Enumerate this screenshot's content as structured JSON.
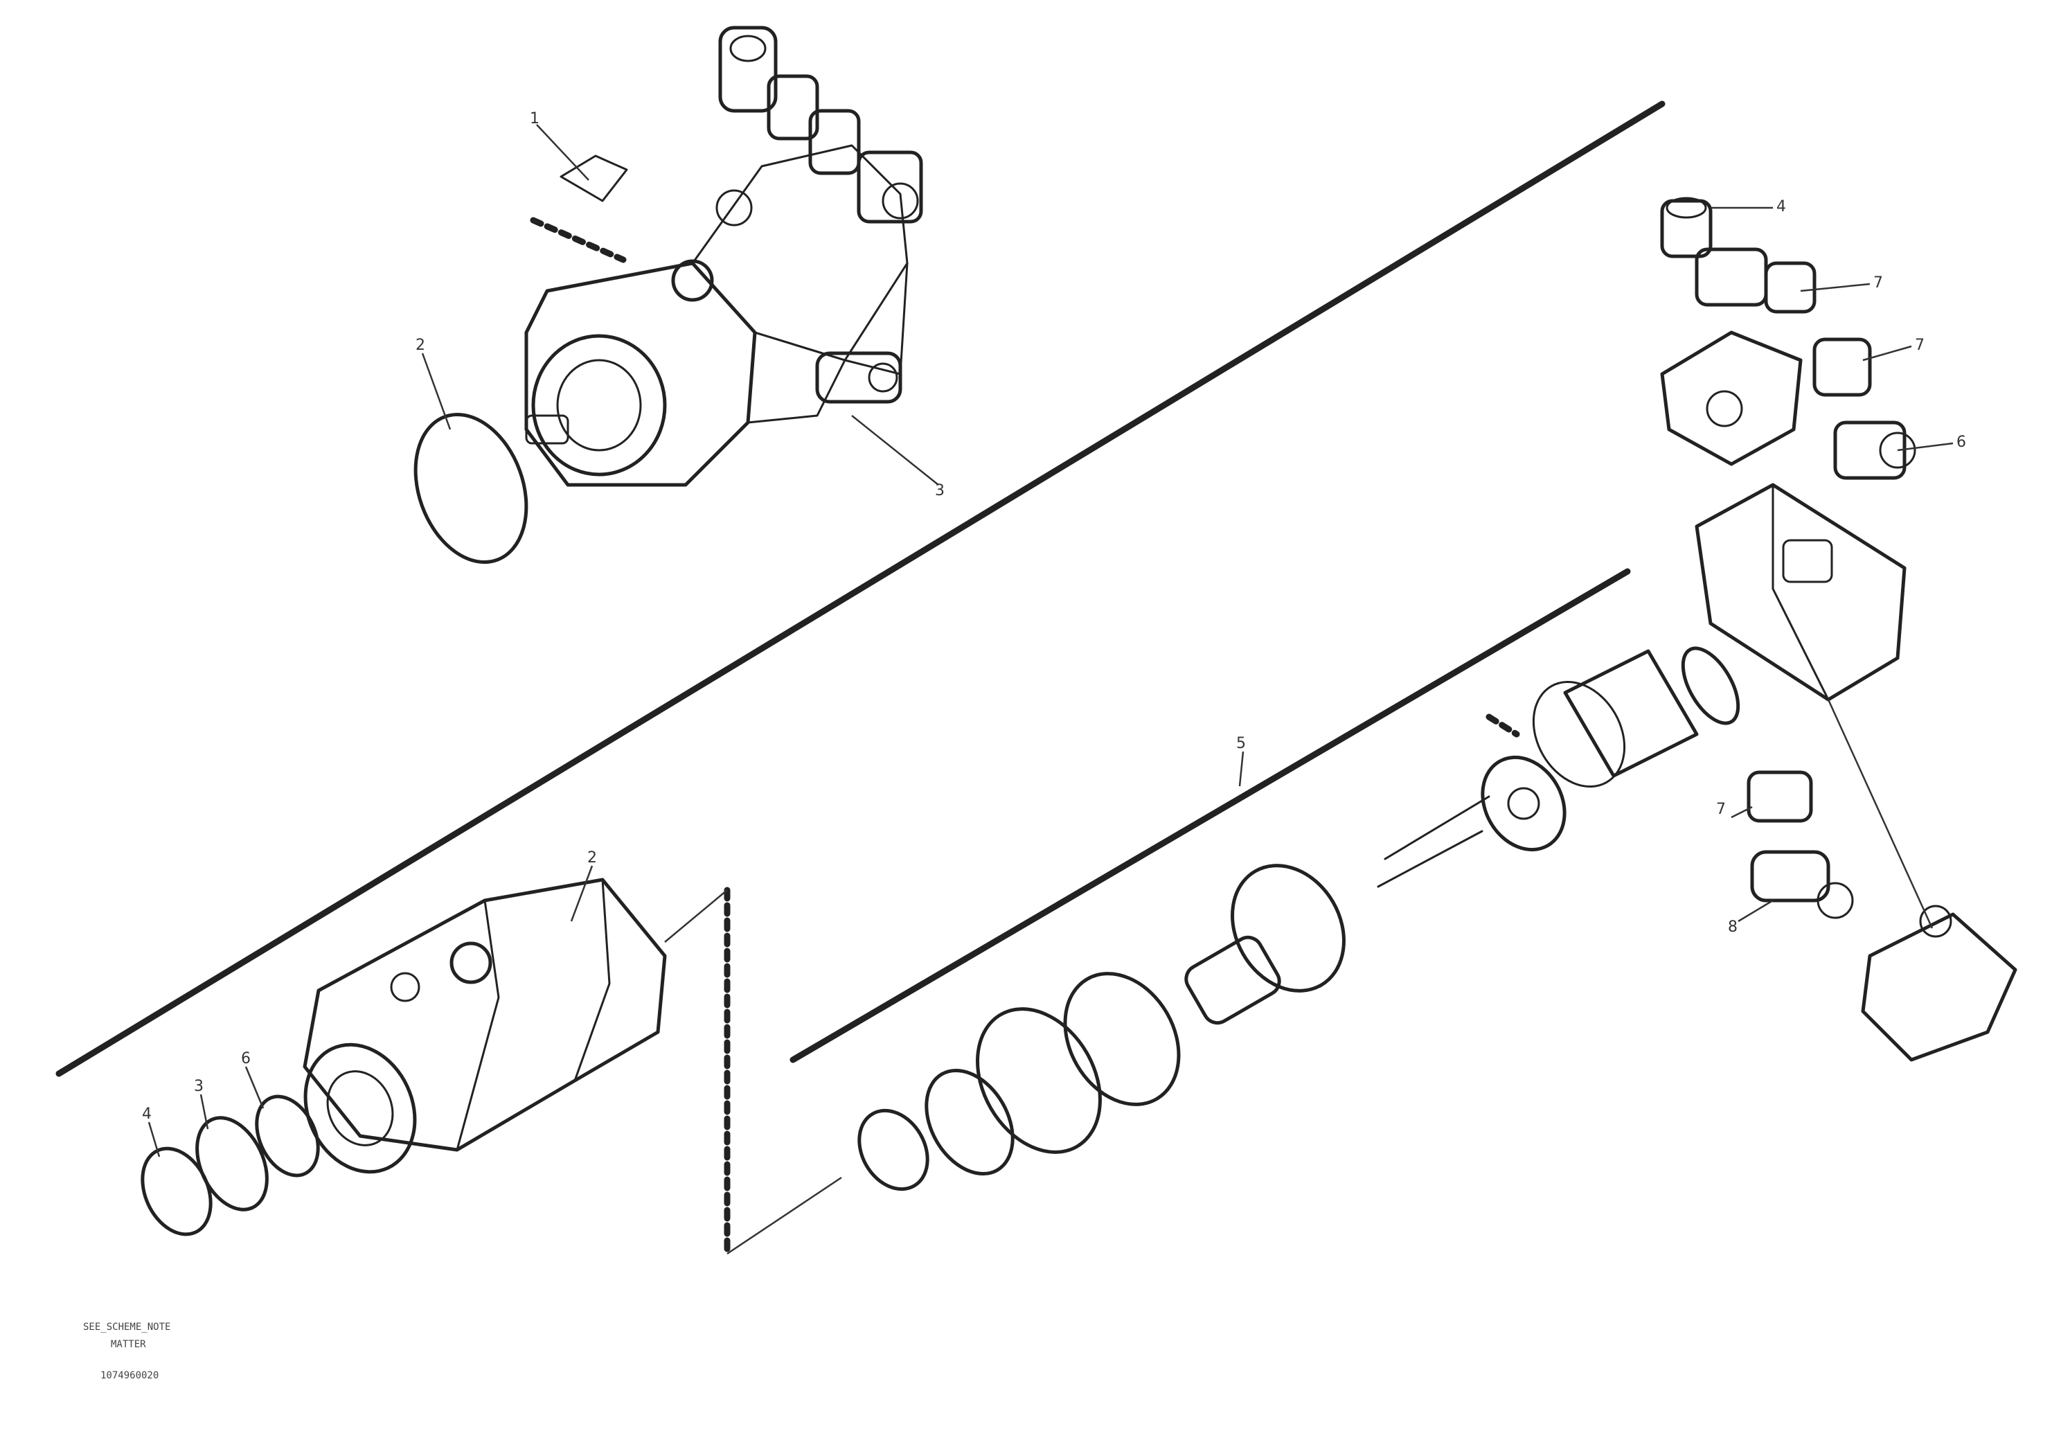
{
  "diagram": {
    "type": "exploded-parts-drawing",
    "callouts": [
      {
        "id": "c-top-1",
        "text": "1"
      },
      {
        "id": "c-top-2",
        "text": "2"
      },
      {
        "id": "c-top-3",
        "text": "3"
      },
      {
        "id": "c-right-1",
        "text": "4"
      },
      {
        "id": "c-right-2",
        "text": "7"
      },
      {
        "id": "c-right-3",
        "text": "7"
      },
      {
        "id": "c-right-4",
        "text": "6"
      },
      {
        "id": "c-right-5",
        "text": "7"
      },
      {
        "id": "c-right-6",
        "text": "8"
      },
      {
        "id": "c-shaft",
        "text": "5"
      },
      {
        "id": "c-bottom-1",
        "text": "2"
      },
      {
        "id": "c-bottom-2",
        "text": "4"
      },
      {
        "id": "c-bottom-3",
        "text": "3"
      },
      {
        "id": "c-bottom-4",
        "text": "6"
      }
    ],
    "footnote": {
      "line1": "SEE_SCHEME_NOTE",
      "line2": "MATTER",
      "line3": "1074960020"
    }
  }
}
